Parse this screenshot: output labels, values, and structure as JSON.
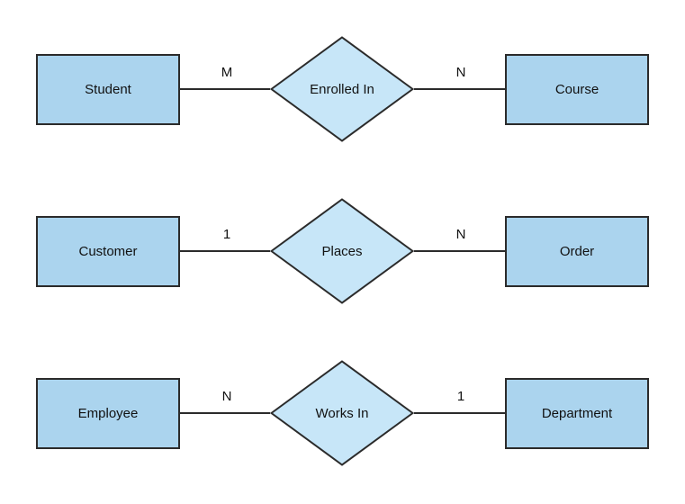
{
  "diagram": {
    "type": "er-diagram",
    "colors": {
      "background": "#ffffff",
      "entity_fill": "#abd4ee",
      "relationship_fill": "#c7e6f8",
      "stroke": "#2b2b2b",
      "text": "#111111"
    },
    "relationships": [
      {
        "left_entity": "Student",
        "left_cardinality": "M",
        "relationship": "Enrolled In",
        "right_cardinality": "N",
        "right_entity": "Course"
      },
      {
        "left_entity": "Customer",
        "left_cardinality": "1",
        "relationship": "Places",
        "right_cardinality": "N",
        "right_entity": "Order"
      },
      {
        "left_entity": "Employee",
        "left_cardinality": "N",
        "relationship": "Works In",
        "right_cardinality": "1",
        "right_entity": "Department"
      }
    ]
  }
}
